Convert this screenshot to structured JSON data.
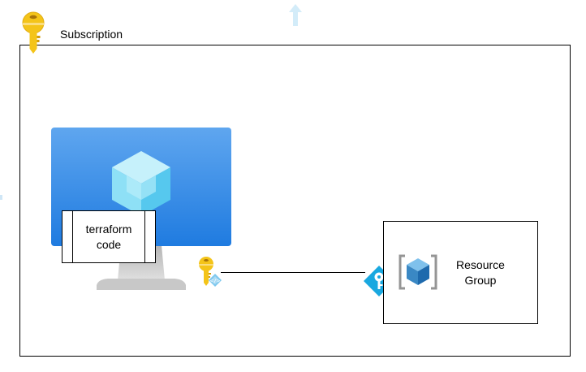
{
  "diagram": {
    "subscription": {
      "label": "Subscription",
      "icon": "key-icon"
    },
    "vm_monitor": {
      "icon": "virtual-machine-icon",
      "code_block": {
        "label": "terraform\ncode"
      }
    },
    "service_principal": {
      "icon": "key-with-code-icon"
    },
    "connector": {
      "endpoint_icon": "key-diamond-icon"
    },
    "resource_group": {
      "label": "Resource\nGroup",
      "icon": "resource-group-icon"
    },
    "decorations": {
      "arrow": "faint-up-arrow-icon"
    }
  },
  "colors": {
    "key_gold": "#f4c419",
    "key_gold_dark": "#d29c0b",
    "monitor_blue": "#1f7be0",
    "monitor_light_blue": "#5fa6ef",
    "cube_light": "#a5e7f8",
    "cube_mid": "#76d3f1",
    "cube_dark": "#3dbbe8",
    "stand_gray": "#c8c8c8",
    "diamond_blue": "#19a8e0",
    "rg_blue": "#3a88c4",
    "rg_bracket": "#959595",
    "arrow_faint": "#d3ecf9"
  }
}
